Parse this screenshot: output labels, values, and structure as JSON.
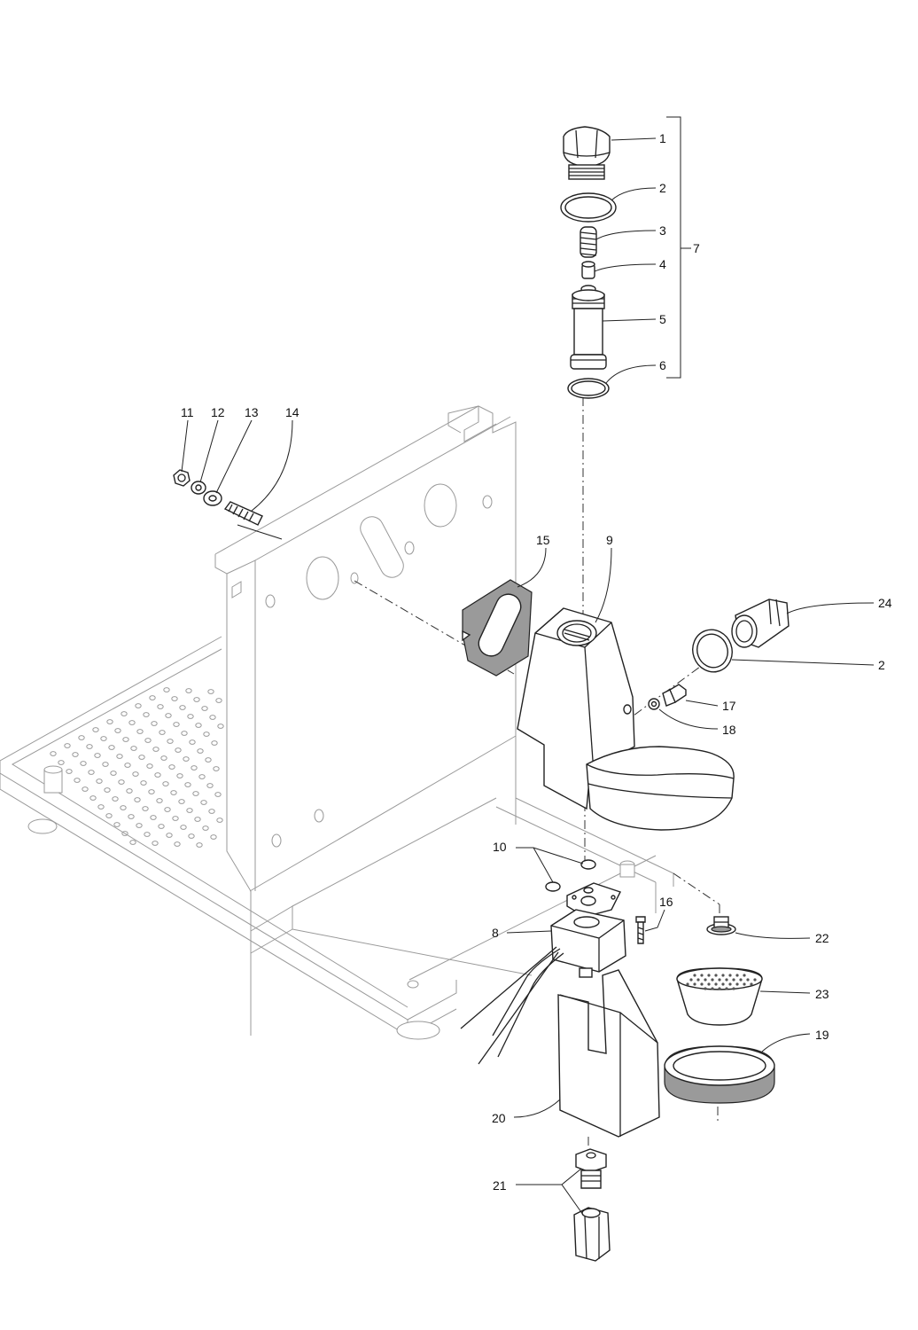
{
  "diagram": {
    "callouts": [
      {
        "id": "c1",
        "label": "1"
      },
      {
        "id": "c2a",
        "label": "2"
      },
      {
        "id": "c3",
        "label": "3"
      },
      {
        "id": "c4",
        "label": "4"
      },
      {
        "id": "c5",
        "label": "5"
      },
      {
        "id": "c6",
        "label": "6"
      },
      {
        "id": "c7",
        "label": "7"
      },
      {
        "id": "c11",
        "label": "11"
      },
      {
        "id": "c12",
        "label": "12"
      },
      {
        "id": "c13",
        "label": "13"
      },
      {
        "id": "c14",
        "label": "14"
      },
      {
        "id": "c15",
        "label": "15"
      },
      {
        "id": "c9",
        "label": "9"
      },
      {
        "id": "c24",
        "label": "24"
      },
      {
        "id": "c2b",
        "label": "2"
      },
      {
        "id": "c17",
        "label": "17"
      },
      {
        "id": "c18",
        "label": "18"
      },
      {
        "id": "c10",
        "label": "10"
      },
      {
        "id": "c16",
        "label": "16"
      },
      {
        "id": "c8",
        "label": "8"
      },
      {
        "id": "c22",
        "label": "22"
      },
      {
        "id": "c23",
        "label": "23"
      },
      {
        "id": "c19",
        "label": "19"
      },
      {
        "id": "c20",
        "label": "20"
      },
      {
        "id": "c21",
        "label": "21"
      }
    ]
  }
}
